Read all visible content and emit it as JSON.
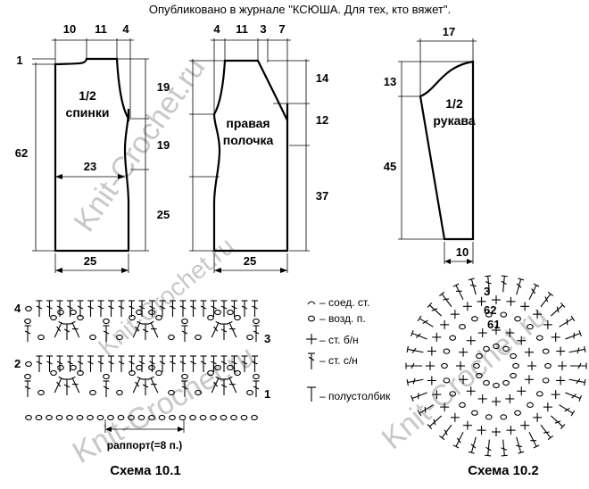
{
  "header": {
    "text": "Опубликовано в журнале \"КСЮША. Для тех, кто вяжет\"."
  },
  "watermarks": [
    "Knit-Crochet.ru",
    "Knit-Crochet.ru",
    "Knit-Crochet.ru",
    "Knit-Crochet.ru"
  ],
  "back": {
    "title_1": "1/2",
    "title_2": "спинки",
    "top_widths": [
      "10",
      "11",
      "4"
    ],
    "shoulder_drop": "1",
    "total_height": "62",
    "side_heights": [
      "19",
      "19",
      "25"
    ],
    "waist_width": "23",
    "bottom_width": "25"
  },
  "front": {
    "title_1": "правая",
    "title_2": "полочка",
    "top_widths": [
      "4",
      "11",
      "3",
      "7"
    ],
    "right_heights": [
      "14",
      "12",
      "37"
    ],
    "bottom_width": "25"
  },
  "sleeve": {
    "title_1": "1/2",
    "title_2": "рукава",
    "top_width": "17",
    "cap_height": "13",
    "body_height": "45",
    "bottom_width": "10"
  },
  "legend": [
    {
      "icon": "slip-stitch-icon",
      "label": "– соед. ст."
    },
    {
      "icon": "chain-stitch-icon",
      "label": "– возд. п."
    },
    {
      "icon": "single-crochet-icon",
      "label": "– ст. б/н"
    },
    {
      "icon": "double-crochet-icon",
      "label": "– ст. с/н"
    },
    {
      "icon": "half-double-crochet-icon",
      "label": "– полустолбик"
    }
  ],
  "scheme1": {
    "row_numbers": [
      "4",
      "3",
      "2",
      "1"
    ],
    "repeat_label": "раппорт(=8 п.)",
    "caption": "Схема 10.1"
  },
  "scheme2": {
    "round_numbers": [
      "3",
      "62",
      "61"
    ],
    "caption": "Схема 10.2"
  }
}
